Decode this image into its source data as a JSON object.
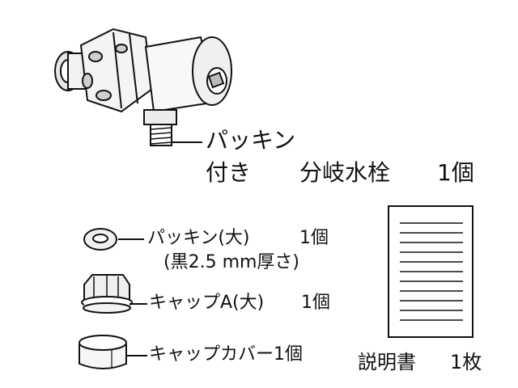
{
  "items": {
    "valve": {
      "name": "分岐水栓",
      "qty": "1個",
      "packing_note": "パッキン",
      "attached": "付き"
    },
    "packing_large": {
      "name": "パッキン(大)",
      "qty": "1個",
      "spec": "(黒2.5 mm厚さ)"
    },
    "cap_a": {
      "name": "キャップA(大)",
      "qty": "1個"
    },
    "cap_cover": {
      "name": "キャップカバー1個"
    },
    "manual": {
      "name": "説明書",
      "qty": "1枚"
    }
  },
  "colors": {
    "line": "#111111",
    "shade": "#dddddd",
    "paper": "#ffffff"
  }
}
